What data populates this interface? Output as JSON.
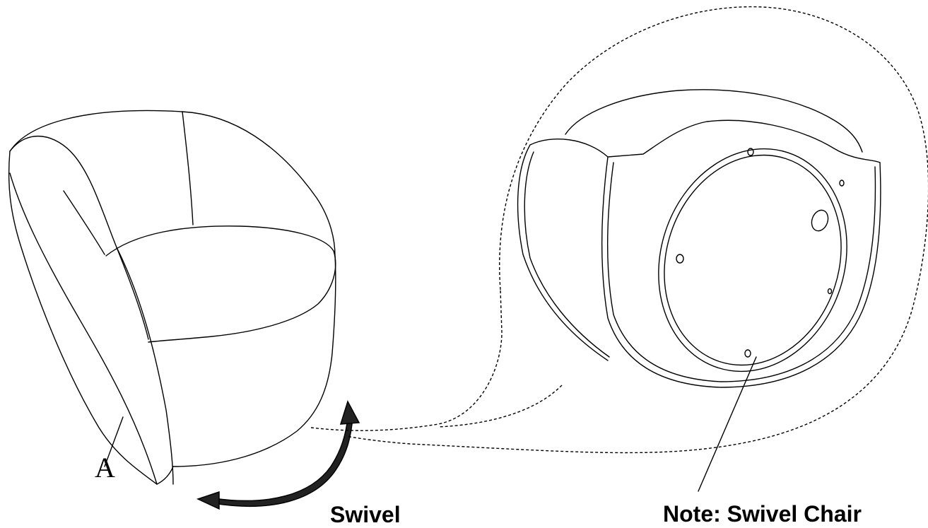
{
  "labels": {
    "part": "A",
    "action": "Swivel",
    "note": "Note: Swivel Chair"
  }
}
